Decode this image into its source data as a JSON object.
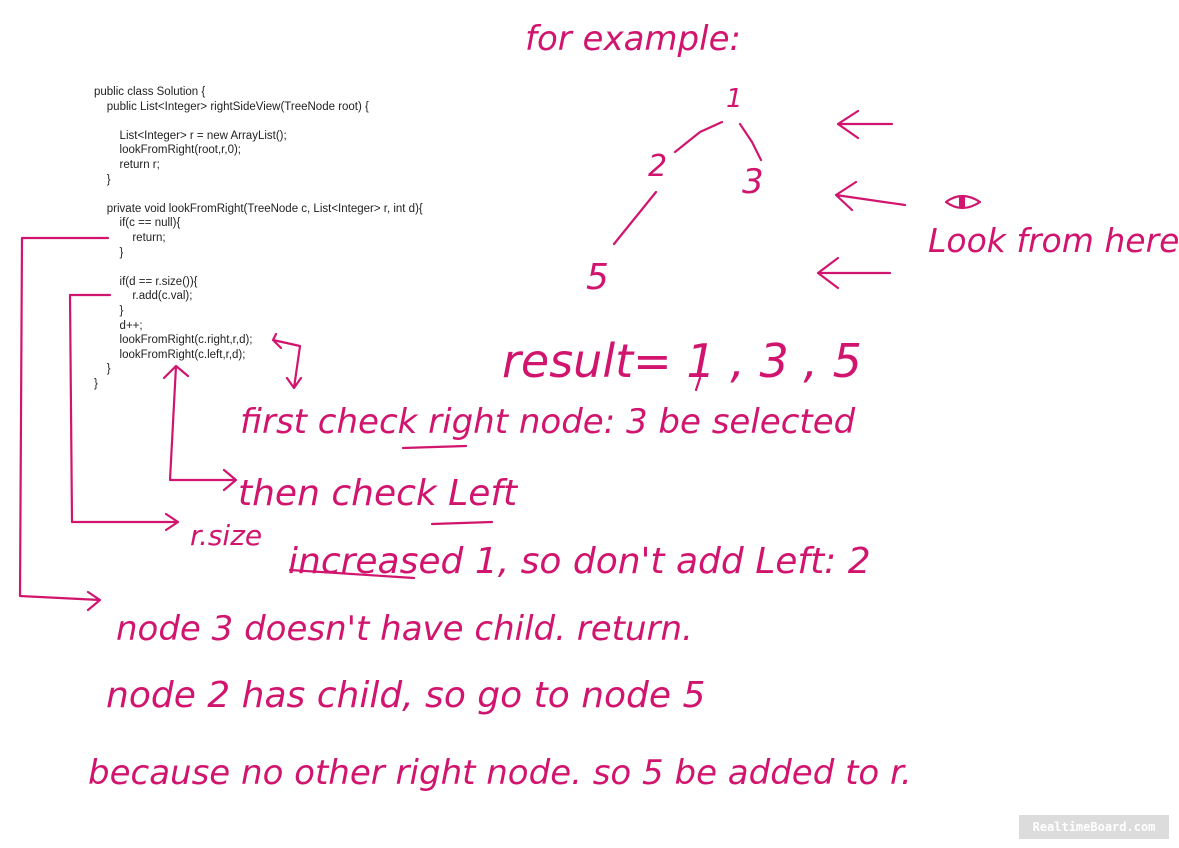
{
  "code": [
    "public class Solution {",
    "    public List<Integer> rightSideView(TreeNode root) {",
    "",
    "        List<Integer> r = new ArrayList();",
    "        lookFromRight(root,r,0);",
    "        return r;",
    "    }",
    "",
    "    private void lookFromRight(TreeNode c, List<Integer> r, int d){",
    "        if(c == null){",
    "            return;",
    "        }",
    "",
    "        if(d == r.size()){",
    "            r.add(c.val);",
    "        }",
    "        d++;",
    "        lookFromRight(c.right,r,d);",
    "        lookFromRight(c.left,r,d);",
    "    }",
    "}"
  ],
  "annotations": {
    "for_example": "for example:",
    "look_from_here": "Look from here",
    "result": "result= 1 , 3 , 5",
    "first_check": "first check right node: 3 be selected",
    "then_check": "then check Left",
    "rsize": "r.size",
    "increased": "increased 1, so don't add Left: 2",
    "node3": "node 3  doesn't have child. return.",
    "node2": "node 2 has child, so go to node 5",
    "because": "because no other right node. so 5 be added to r."
  },
  "tree": {
    "root": "1",
    "left": "2",
    "right": "3",
    "left_left": "5"
  },
  "watermark": "RealtimeBoard.com",
  "colors": {
    "ink": "#d1156e",
    "code_text": "#222222",
    "watermark_bg": "#dcdcdc"
  }
}
